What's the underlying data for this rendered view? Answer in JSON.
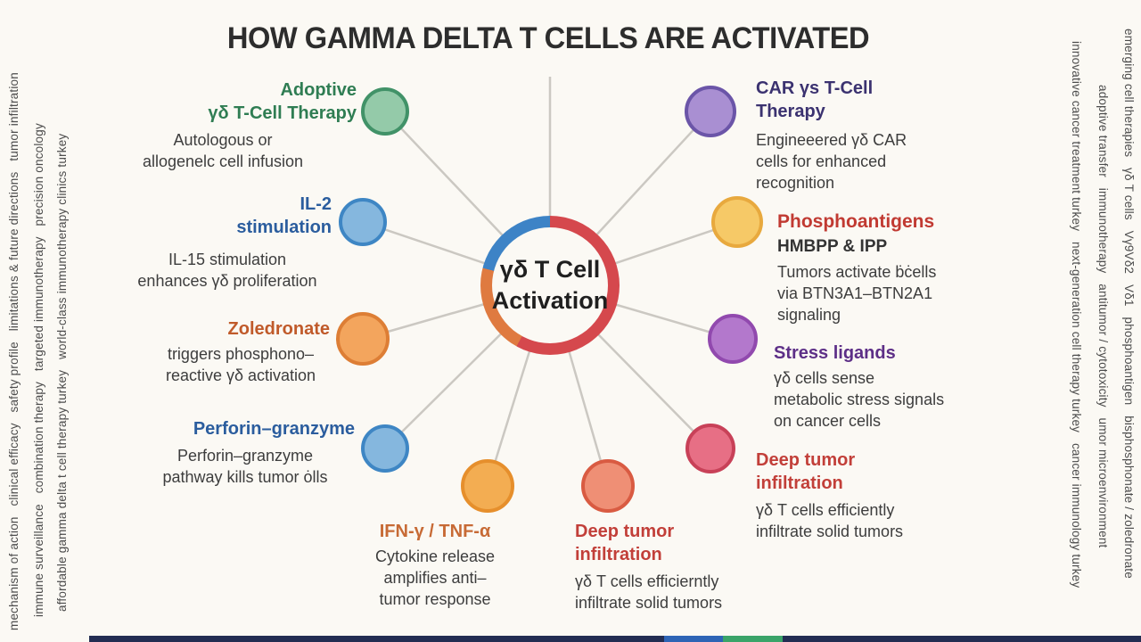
{
  "title": "HOW GAMMA DELTA T CELLS ARE ACTIVATED",
  "center": {
    "label": "γδ T Cell\nActivation",
    "ring_colors": {
      "red": "#d5484d",
      "orange": "#df7a40",
      "blue": "#3d83c6"
    }
  },
  "nodes": [
    {
      "id": "adoptive-therapy",
      "heading": "Adoptive\nγδ T-Cell Therapy",
      "heading_color": "#2f7d53",
      "desc": "Autologous or\nallogenelc cell infusion",
      "circle_fill": "#94caa9",
      "circle_border": "#419268"
    },
    {
      "id": "il2-stimulation",
      "heading": "IL-2\nstimulation",
      "heading_color": "#2b5d9e",
      "desc": "IL-15 stimulation\nenhances γδ proliferation",
      "circle_fill": "#85b7de",
      "circle_border": "#3e86c4"
    },
    {
      "id": "zoledronate",
      "heading": "Zoledronate",
      "heading_color": "#c05a2a",
      "desc": "triggers phosphono–\nreactive γδ  activation",
      "circle_fill": "#f3a55d",
      "circle_border": "#dd7e35"
    },
    {
      "id": "perforin-granzyme",
      "heading": "Perforin–granzyme",
      "heading_color": "#2b5d9e",
      "desc": "Perforin–granzyme\npathway kills tumor ȯlls",
      "circle_fill": "#85b7de",
      "circle_border": "#3e86c4"
    },
    {
      "id": "ifn-tnf",
      "heading": "IFN-γ / TNF-α",
      "heading_color": "#c76a35",
      "desc": "Cytokine release\namplifies anti–\ntumor response",
      "circle_fill": "#f3ad52",
      "circle_border": "#e68f2c"
    },
    {
      "id": "deep-tumor-bottom",
      "heading": "Deep tumor\ninfiltration",
      "heading_color": "#c23f39",
      "desc": "γδ T cells efficierntly\ninfiltrate solid tumors",
      "circle_fill": "#ef8f75",
      "circle_border": "#d95b42"
    },
    {
      "id": "deep-tumor-right",
      "heading": "Deep tumor\ninfiltration",
      "heading_color": "#c23f39",
      "desc": "γδ T cells efficiently\ninfiltrate solid tumors",
      "circle_fill": "#e76f85",
      "circle_border": "#c84158"
    },
    {
      "id": "stress-ligands",
      "heading": "Stress ligands",
      "heading_color": "#5d2f87",
      "desc": "γδ cells sense\nmetabolic stress signals\non cancer cells",
      "circle_fill": "#b378cc",
      "circle_border": "#9149ae"
    },
    {
      "id": "phosphoantigens",
      "heading": "Phosphoantigens",
      "heading_color": "#c13a32",
      "subheading": "HMBPP & IPP",
      "desc": "Tumors activate ḃċells\nvia BTN3A1–BTN2A1\nsignaling",
      "circle_fill": "#f6c967",
      "circle_border": "#e8a93e"
    },
    {
      "id": "car-therapy",
      "heading": "CAR γs T-Cell\nTherapy",
      "heading_color": "#3b3270",
      "desc": "Engineeered γδ CAR\ncells for enhanced\nrecognition",
      "circle_fill": "#a98fd2",
      "circle_border": "#6b55a8"
    }
  ],
  "side_text": {
    "left_columns": [
      "mechanism of action   clinical efficacy   safety profile   limitations & future directions   tumor infiltration",
      "immune surveillance   combination therapy   targeted immunotherapy   precision oncology",
      "affordable gamma delta t cell therapy turkey   world-class immunotherapy clinics turkey"
    ],
    "right_columns": [
      "emerging cell therapies   γδ T cells   Vγ9Vδ2   Vδ1   phosphoantigen   bisphosphonate / zoledronate",
      "adoptive transfer   immunotherapy   antitumor / cytotoxicity   umor microenvironment",
      "innovative cancer treatment turkey   next-generation cell therapy turkey   cancer immunology turkey"
    ]
  },
  "footer": {
    "bar_color": "#232d52",
    "accent_blue": "#2e64b5",
    "accent_green": "#3aa469"
  }
}
